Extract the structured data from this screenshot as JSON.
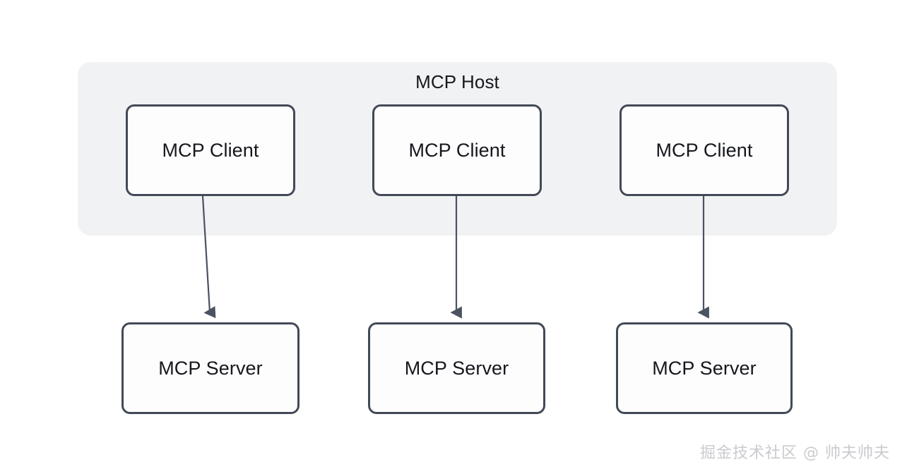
{
  "diagram": {
    "type": "block-diagram",
    "title": "MCP Host",
    "background_color": "#ffffff",
    "host": {
      "label": "MCP Host",
      "fill_color": "#f1f2f4",
      "corner_radius": "18px"
    },
    "node_style": {
      "border_color": "#424957",
      "fill_color": "#fdfdfe",
      "text_color": "#15171c",
      "corner_radius": "12px"
    },
    "clients": [
      {
        "label": "MCP Client"
      },
      {
        "label": "MCP Client"
      },
      {
        "label": "MCP Client"
      }
    ],
    "servers": [
      {
        "label": "MCP Server"
      },
      {
        "label": "MCP Server"
      },
      {
        "label": "MCP Server"
      }
    ],
    "connections": [
      {
        "from": "MCP Client",
        "to": "MCP Server",
        "direction": "down",
        "arrowhead": "filled-triangle"
      },
      {
        "from": "MCP Client",
        "to": "MCP Server",
        "direction": "down",
        "arrowhead": "filled-triangle"
      },
      {
        "from": "MCP Client",
        "to": "MCP Server",
        "direction": "down",
        "arrowhead": "filled-triangle"
      }
    ],
    "connector_color": "#4b5261"
  },
  "watermark": {
    "text": "掘金技术社区 @ 帅夫帅夫",
    "color": "#c9cbcf"
  }
}
